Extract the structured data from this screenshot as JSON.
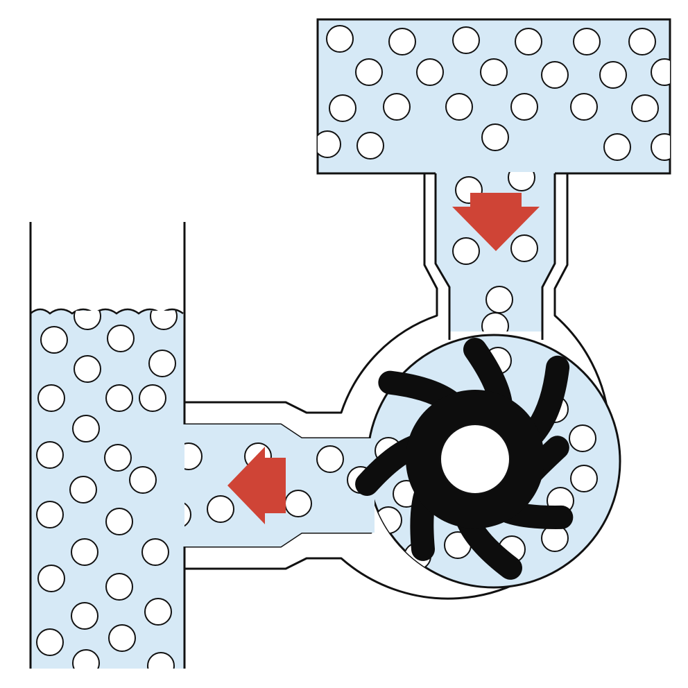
{
  "diagram": {
    "kind": "flexible impeller pump cross-section",
    "colors": {
      "liquid": "#d6e9f6",
      "outline": "#111111",
      "impeller": "#0d0d0d",
      "arrow": "#cf4436",
      "bubble_fill": "#ffffff",
      "background": "#ffffff"
    },
    "components": [
      {
        "id": "inlet-reservoir",
        "label": ""
      },
      {
        "id": "inlet-pipe",
        "label": ""
      },
      {
        "id": "pump-chamber",
        "label": ""
      },
      {
        "id": "impeller",
        "label": "",
        "vanes": 8
      },
      {
        "id": "outlet-pipe",
        "label": ""
      },
      {
        "id": "outlet-tank",
        "label": ""
      }
    ],
    "flow_arrows": [
      {
        "id": "inlet-flow-arrow",
        "direction": "down"
      },
      {
        "id": "outlet-flow-arrow",
        "direction": "left"
      }
    ]
  }
}
